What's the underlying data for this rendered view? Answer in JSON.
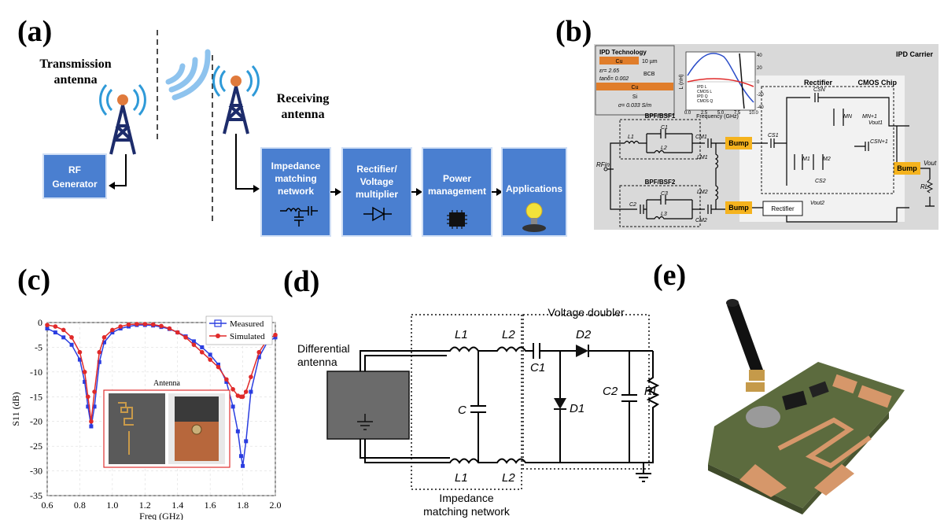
{
  "panels": {
    "a": {
      "label": "(a)",
      "tx_label": [
        "Transmission",
        "antenna"
      ],
      "rx_label": [
        "Receiving",
        "antenna"
      ],
      "rf_generator": [
        "RF",
        "Generator"
      ],
      "blocks": [
        {
          "lines": [
            "Impedance",
            "matching",
            "network"
          ]
        },
        {
          "lines": [
            "Rectifier/",
            "Voltage",
            "multiplier"
          ]
        },
        {
          "lines": [
            "Power",
            "management"
          ]
        },
        {
          "lines": [
            "Applications"
          ]
        }
      ]
    },
    "b": {
      "label": "(b)",
      "ipd_carrier": "IPD Carrier",
      "ipd_technology": "IPD Technology",
      "cmos_chip": "CMOS Chip",
      "rectifier_top": "Rectifier",
      "rectifier_box": "Rectifier",
      "bump": "Bump",
      "stack": {
        "cu_top": "Cu",
        "thickness": "10 µm",
        "er": "εr= 2.65",
        "bcb": "BCB",
        "tand": "tanδ= 0.002",
        "cu_bottom": "Cu",
        "si": "Si",
        "sigma": "σ= 0.033 S/m"
      },
      "inset_chart": {
        "xlabel": "Frequency (GHz)",
        "ylabel": "L (nH)",
        "xticks": [
          "0.0",
          "2.5",
          "5.0",
          "7.5",
          "10.0"
        ],
        "yticks_left": [
          "40",
          "20",
          "0",
          "-20",
          "-40"
        ],
        "yticks_right": [
          "40",
          "20",
          "0",
          "-20",
          "-40"
        ],
        "legend": [
          "IPD L",
          "CMOS L",
          "IPD Q",
          "CMOS Q"
        ]
      },
      "filters": [
        "BPF/BSF1",
        "BPF/BSF2"
      ],
      "labels": {
        "rfin": "RFin",
        "vout": "Vout",
        "vout1": "Vout1",
        "vout2": "Vout2",
        "rl": "RL",
        "l1": "L1",
        "l2": "L2",
        "l3": "L3",
        "c1": "C1",
        "c2": "C2",
        "c3": "C3",
        "cm1": "CM1",
        "cm2": "CM2",
        "lm1": "LM1",
        "lm2": "LM2",
        "cs1": "CS1",
        "cs2": "CS2",
        "csn": "CSN",
        "csn1": "CSN+1",
        "m1": "M1",
        "m2": "M2",
        "mn": "MN",
        "mn1": "MN+1"
      }
    },
    "c": {
      "label": "(c)",
      "inset_title": "Antenna"
    },
    "d": {
      "label": "(d)",
      "antenna": [
        "Differential",
        "antenna"
      ],
      "voltage_doubler": "Voltage doubler",
      "matching": [
        "Impedance",
        "matching network"
      ],
      "components": {
        "l1_top": "L1",
        "l2_top": "L2",
        "l1_bot": "L1",
        "l2_bot": "L2",
        "c": "C",
        "c1": "C1",
        "c2": "C2",
        "d1": "D1",
        "d2": "D2",
        "rl": "RL"
      }
    },
    "e": {
      "label": "(e)"
    }
  },
  "chart_data": {
    "type": "line",
    "title": "",
    "xlabel": "Freq (GHz)",
    "ylabel": "S11 (dB)",
    "xlim": [
      0.6,
      2.0
    ],
    "ylim": [
      -35,
      0
    ],
    "xticks": [
      "0.6",
      "0.8",
      "1.0",
      "1.2",
      "1.4",
      "1.6",
      "1.8",
      "2.0"
    ],
    "yticks": [
      "0",
      "-5",
      "-10",
      "-15",
      "-20",
      "-25",
      "-30",
      "-35"
    ],
    "grid": true,
    "legend_position": "top-right",
    "x": [
      0.6,
      0.65,
      0.7,
      0.75,
      0.8,
      0.83,
      0.85,
      0.87,
      0.89,
      0.92,
      0.95,
      1.0,
      1.05,
      1.1,
      1.15,
      1.2,
      1.25,
      1.3,
      1.35,
      1.4,
      1.45,
      1.5,
      1.55,
      1.6,
      1.65,
      1.7,
      1.74,
      1.77,
      1.79,
      1.8,
      1.82,
      1.85,
      1.9,
      1.95,
      2.0
    ],
    "series": [
      {
        "name": "Measured",
        "color": "#2a3de0",
        "values": [
          -1.2,
          -2.0,
          -3.0,
          -4.5,
          -7.5,
          -12.0,
          -17.0,
          -21.0,
          -17.0,
          -8.0,
          -4.0,
          -2.0,
          -1.2,
          -0.8,
          -0.5,
          -0.5,
          -0.6,
          -0.9,
          -1.3,
          -2.0,
          -2.8,
          -3.8,
          -5.0,
          -6.5,
          -8.5,
          -12.0,
          -17.0,
          -22.0,
          -27.0,
          -29.0,
          -24.0,
          -14.0,
          -7.0,
          -4.0,
          -3.0
        ]
      },
      {
        "name": "Simulated",
        "color": "#e02a2a",
        "values": [
          -0.5,
          -0.8,
          -1.5,
          -3.0,
          -6.0,
          -10.0,
          -15.0,
          -20.0,
          -14.0,
          -6.0,
          -3.0,
          -1.5,
          -0.8,
          -0.4,
          -0.3,
          -0.3,
          -0.4,
          -0.7,
          -1.2,
          -2.0,
          -3.0,
          -4.5,
          -6.0,
          -7.5,
          -9.0,
          -11.5,
          -13.5,
          -14.8,
          -15.0,
          -15.0,
          -14.0,
          -11.0,
          -6.0,
          -3.5,
          -2.5
        ]
      }
    ]
  }
}
